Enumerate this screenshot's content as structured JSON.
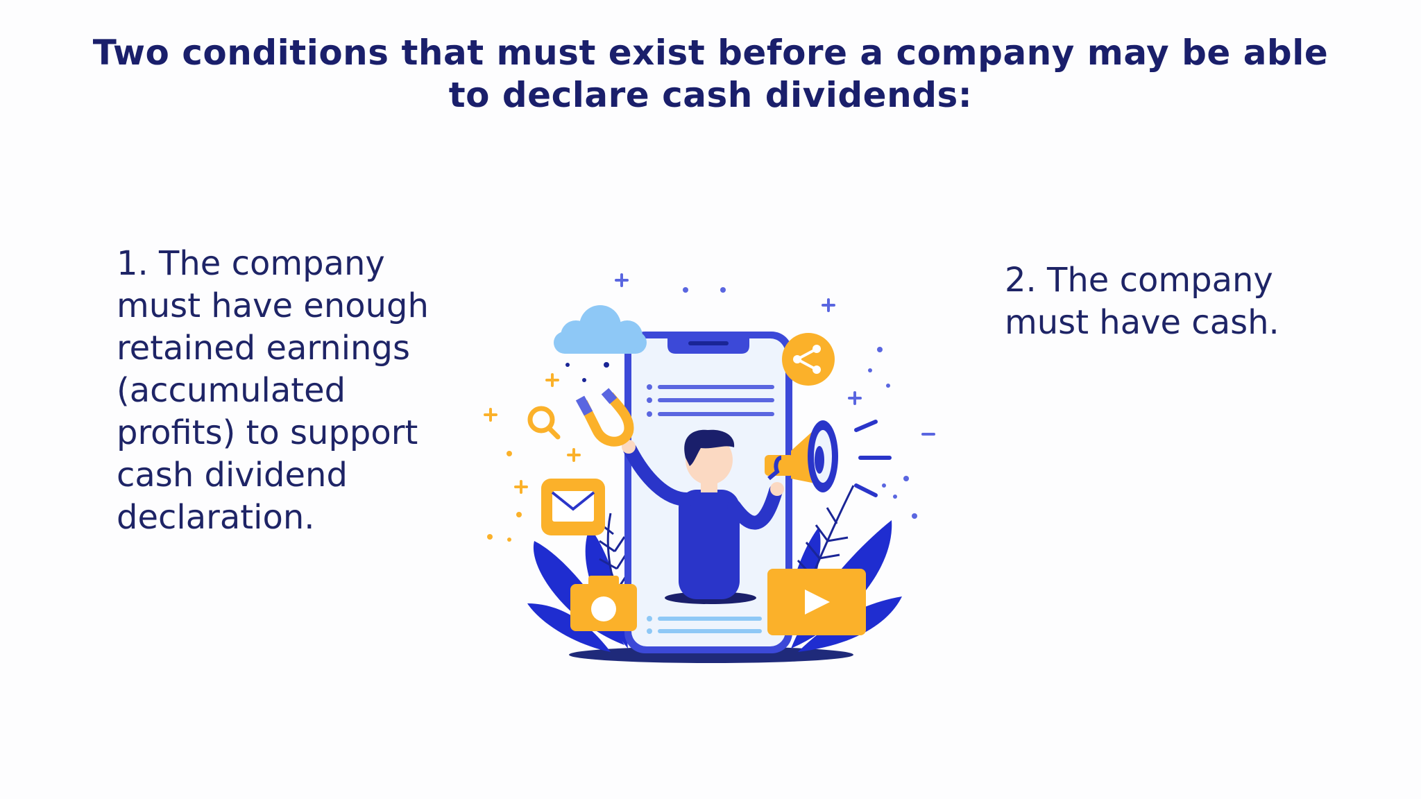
{
  "slide": {
    "title": "Two conditions that must exist before a company may be able to declare cash dividends:",
    "point_1": "1. The company must have enough retained earnings (accumulated profits) to support cash dividend declaration.",
    "point_2": "2. The company must have cash."
  },
  "colors": {
    "title": "#1a1f6b",
    "body_text": "#1e2466",
    "primary_blue": "#2a35c9",
    "accent_orange": "#fbb12a",
    "light_blue": "#8ec8f6",
    "phone_screen": "#eef4fd"
  },
  "illustration": {
    "icons": [
      "cloud-icon",
      "share-icon",
      "magnifier-icon",
      "magnet-icon",
      "mail-icon",
      "megaphone-icon",
      "camera-icon",
      "video-play-icon",
      "person-figure"
    ]
  }
}
